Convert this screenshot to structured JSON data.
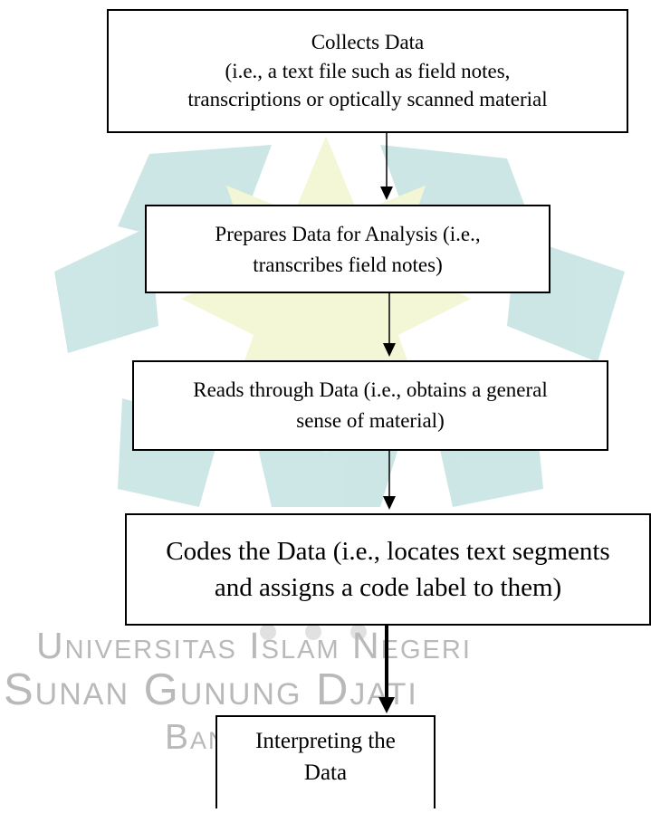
{
  "flowchart": {
    "steps": [
      {
        "lines": [
          "Collects Data",
          "(i.e., a text file such as field notes,",
          "transcriptions or optically scanned material"
        ]
      },
      {
        "lines": [
          "Prepares Data for Analysis (i.e.,",
          "transcribes field notes)"
        ]
      },
      {
        "lines": [
          "Reads through Data (i.e., obtains a general",
          "sense of material)"
        ]
      },
      {
        "lines": [
          "Codes the Data (i.e., locates text segments",
          "and assigns a code label to them)"
        ]
      },
      {
        "lines": [
          "Interpreting the",
          "Data"
        ]
      }
    ]
  },
  "watermark": {
    "lines": [
      "Universitas Islam Negeri",
      "Sunan Gunung Djati",
      "Bandung"
    ],
    "colors": {
      "teal": "#8fc9c7",
      "yellow": "#e8eea6",
      "text": "#b9b9b9"
    }
  }
}
